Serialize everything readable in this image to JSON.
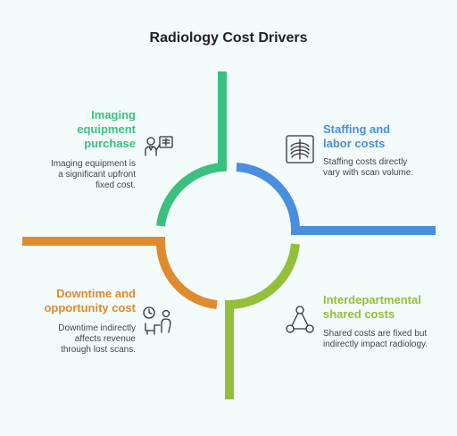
{
  "title": "Radiology Cost Drivers",
  "colors": {
    "equipment": "#3cc07f",
    "staffing": "#4a8ee0",
    "downtime": "#e08a2e",
    "shared": "#93bf3b"
  },
  "quadrants": [
    {
      "id": "equipment",
      "heading_lines": [
        "Imaging",
        "equipment",
        "purchase"
      ],
      "desc_lines": [
        "Imaging equipment is",
        "a significant upfront",
        "fixed cost."
      ],
      "icon": "doctor-xray-icon"
    },
    {
      "id": "staffing",
      "heading_lines": [
        "Staffing and",
        "labor costs"
      ],
      "desc_lines": [
        "Staffing costs directly",
        "vary with scan volume."
      ],
      "icon": "xray-chest-icon"
    },
    {
      "id": "downtime",
      "heading_lines": [
        "Downtime and",
        "opportunity cost"
      ],
      "desc_lines": [
        "Downtime indirectly",
        "affects revenue",
        "through lost scans."
      ],
      "icon": "waiting-clock-icon"
    },
    {
      "id": "shared",
      "heading_lines": [
        "Interdepartmental",
        "shared costs"
      ],
      "desc_lines": [
        "Shared costs are fixed but",
        "indirectly impact radiology."
      ],
      "icon": "network-nodes-icon"
    }
  ]
}
